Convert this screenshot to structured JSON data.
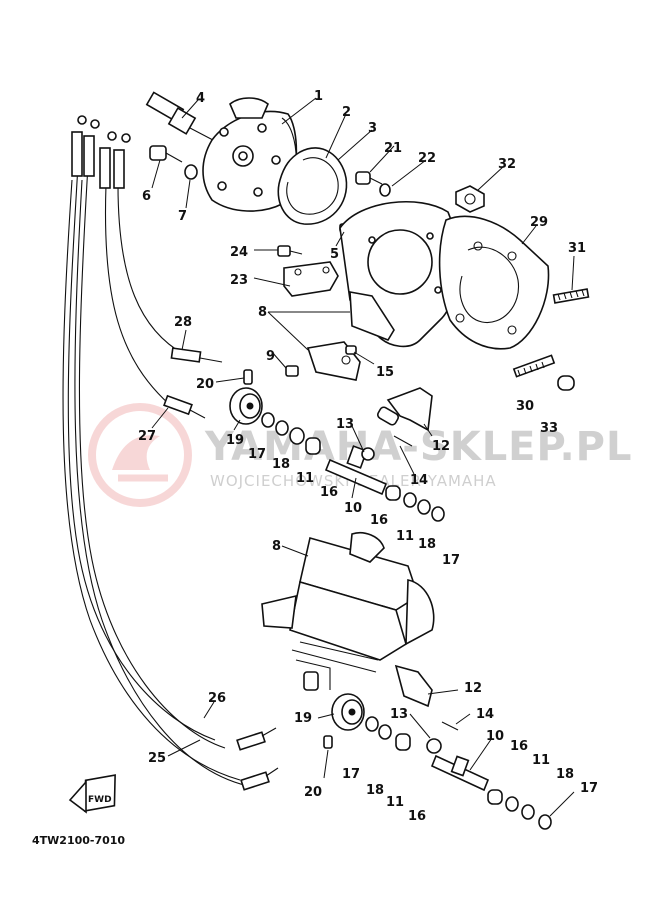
{
  "watermark": {
    "line1": "YAMAHA-SKLEP.PL",
    "line2": "WOJCIECHOWSKI DEALER YAMAHA"
  },
  "diagram_code": "4TW2100-7010",
  "fwd_label": "FWD",
  "callouts": {
    "c1": "1",
    "c2": "2",
    "c3": "3",
    "c4": "4",
    "c5": "5",
    "c6": "6",
    "c7": "7",
    "c8a": "8",
    "c8b": "8",
    "c9": "9",
    "c10a": "10",
    "c10b": "10",
    "c11a": "11",
    "c11b": "11",
    "c11c": "11",
    "c11d": "11",
    "c12a": "12",
    "c12b": "12",
    "c13a": "13",
    "c13b": "13",
    "c14a": "14",
    "c14b": "14",
    "c15": "15",
    "c16a": "16",
    "c16b": "16",
    "c16c": "16",
    "c16d": "16",
    "c17a": "17",
    "c17b": "17",
    "c17c": "17",
    "c17d": "17",
    "c18a": "18",
    "c18b": "18",
    "c18c": "18",
    "c18d": "18",
    "c19a": "19",
    "c19b": "19",
    "c20a": "20",
    "c20b": "20",
    "c21": "21",
    "c22": "22",
    "c23": "23",
    "c24": "24",
    "c25": "25",
    "c26": "26",
    "c27": "27",
    "c28": "28",
    "c29": "29",
    "c30": "30",
    "c31": "31",
    "c32": "32",
    "c33": "33"
  },
  "colors": {
    "ink": "#111111",
    "watermark_logo": "#f2b8b8",
    "watermark_text": "#d0d0d0"
  }
}
